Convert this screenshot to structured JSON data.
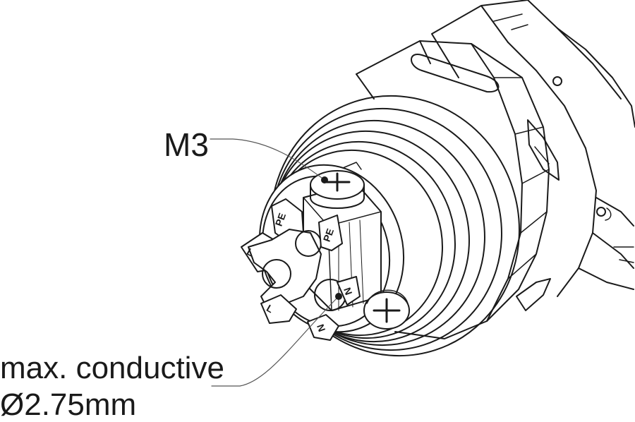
{
  "callouts": {
    "screw_label": "M3",
    "conductor_line1": "max. conductive",
    "conductor_line2": "Ø2.75mm"
  },
  "terminal_marks": {
    "pe": "PE",
    "l": "L",
    "n": "N"
  },
  "colors": {
    "line": "#1a1a1a",
    "leader": "#555555",
    "background": "#ffffff"
  }
}
